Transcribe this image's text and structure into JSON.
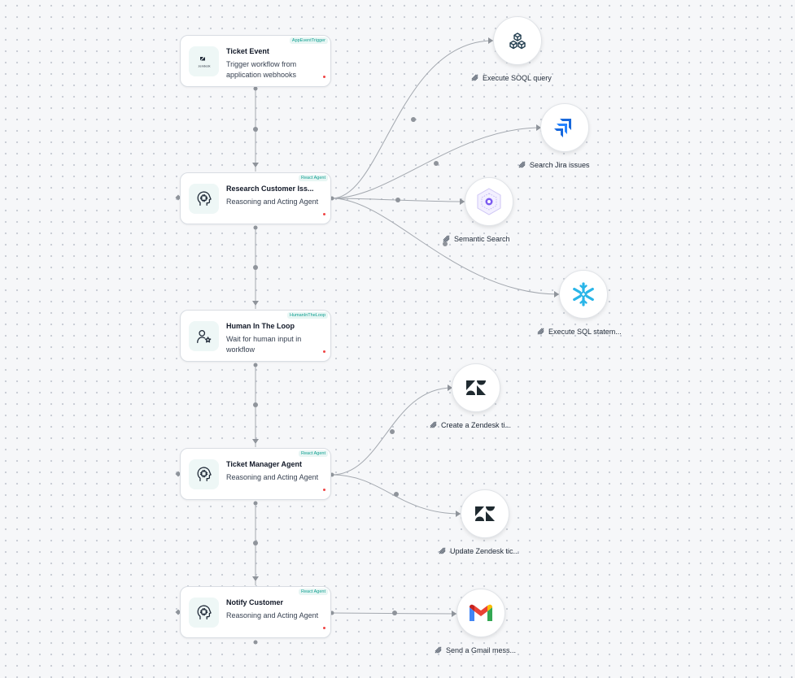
{
  "nodes": [
    {
      "id": "ticket-event",
      "badge": "AppEventTrigger",
      "title": "Ticket Event",
      "desc": "Trigger workflow from application webhooks",
      "icon": "zendesk-logo-icon",
      "icon_text": "zendesk"
    },
    {
      "id": "research-agent",
      "badge": "React Agent",
      "title": "Research Customer Iss...",
      "desc": "Reasoning and Acting Agent",
      "icon": "brain-chip-icon"
    },
    {
      "id": "human-in-loop",
      "badge": "HumanInTheLoop",
      "title": "Human In The Loop",
      "desc": "Wait for human input in workflow",
      "icon": "person-star-icon"
    },
    {
      "id": "ticket-manager",
      "badge": "React Agent",
      "title": "Ticket Manager Agent",
      "desc": "Reasoning and Acting Agent",
      "icon": "brain-chip-icon"
    },
    {
      "id": "notify-customer",
      "badge": "React Agent",
      "title": "Notify Customer",
      "desc": "Reasoning and Acting Agent",
      "icon": "brain-chip-icon"
    }
  ],
  "tools": [
    {
      "id": "soql",
      "label": "Execute SOQL query",
      "icon": "salesforce-cubes-icon"
    },
    {
      "id": "jira",
      "label": "Search Jira issues",
      "icon": "jira-icon"
    },
    {
      "id": "semantic",
      "label": "Semantic Search",
      "icon": "semantic-search-icon"
    },
    {
      "id": "snowflake",
      "label": "Execute SQL statem...",
      "icon": "snowflake-icon"
    },
    {
      "id": "zd-create",
      "label": "Create a Zendesk ti...",
      "icon": "zendesk-icon"
    },
    {
      "id": "zd-update",
      "label": "Update Zendesk tic...",
      "icon": "zendesk-icon"
    },
    {
      "id": "gmail",
      "label": "Send a Gmail mess...",
      "icon": "gmail-icon"
    }
  ],
  "colors": {
    "accent": "#0f9f90",
    "edge": "#9aa0a8",
    "jira": "#1868db",
    "snowflake": "#29b5e8"
  }
}
